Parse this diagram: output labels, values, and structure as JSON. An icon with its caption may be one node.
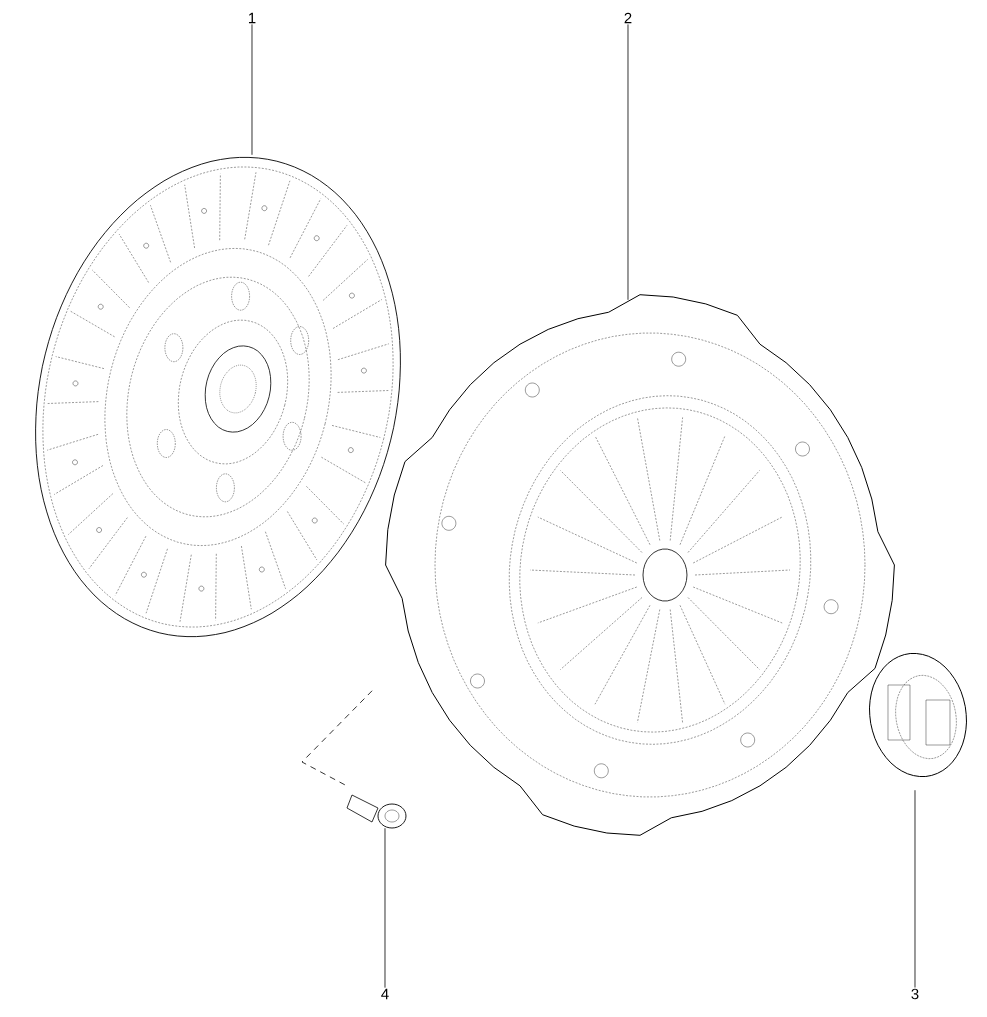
{
  "diagram": {
    "nodes": [
      {
        "text": [
          "1"
        ]
      },
      {
        "text": [],
        "shape": "picture"
      },
      {
        "text": [
          "2"
        ]
      },
      {
        "text": [],
        "shape": "picture"
      },
      {
        "text": [
          "3"
        ]
      },
      {
        "text": [],
        "shape": "picture"
      },
      {
        "text": [
          "4"
        ]
      },
      {
        "text": [],
        "shape": "picture"
      }
    ],
    "edges": [
      {
        "from": 0,
        "to": 1,
        "arrow": "none"
      },
      {
        "from": 2,
        "to": 3,
        "arrow": "none"
      },
      {
        "from": 4,
        "to": 5,
        "arrow": "none"
      },
      {
        "from": 6,
        "to": 7,
        "arrow": "none"
      },
      {
        "from": 7,
        "to": 3,
        "arrow": "none",
        "style": "dashed"
      }
    ]
  }
}
